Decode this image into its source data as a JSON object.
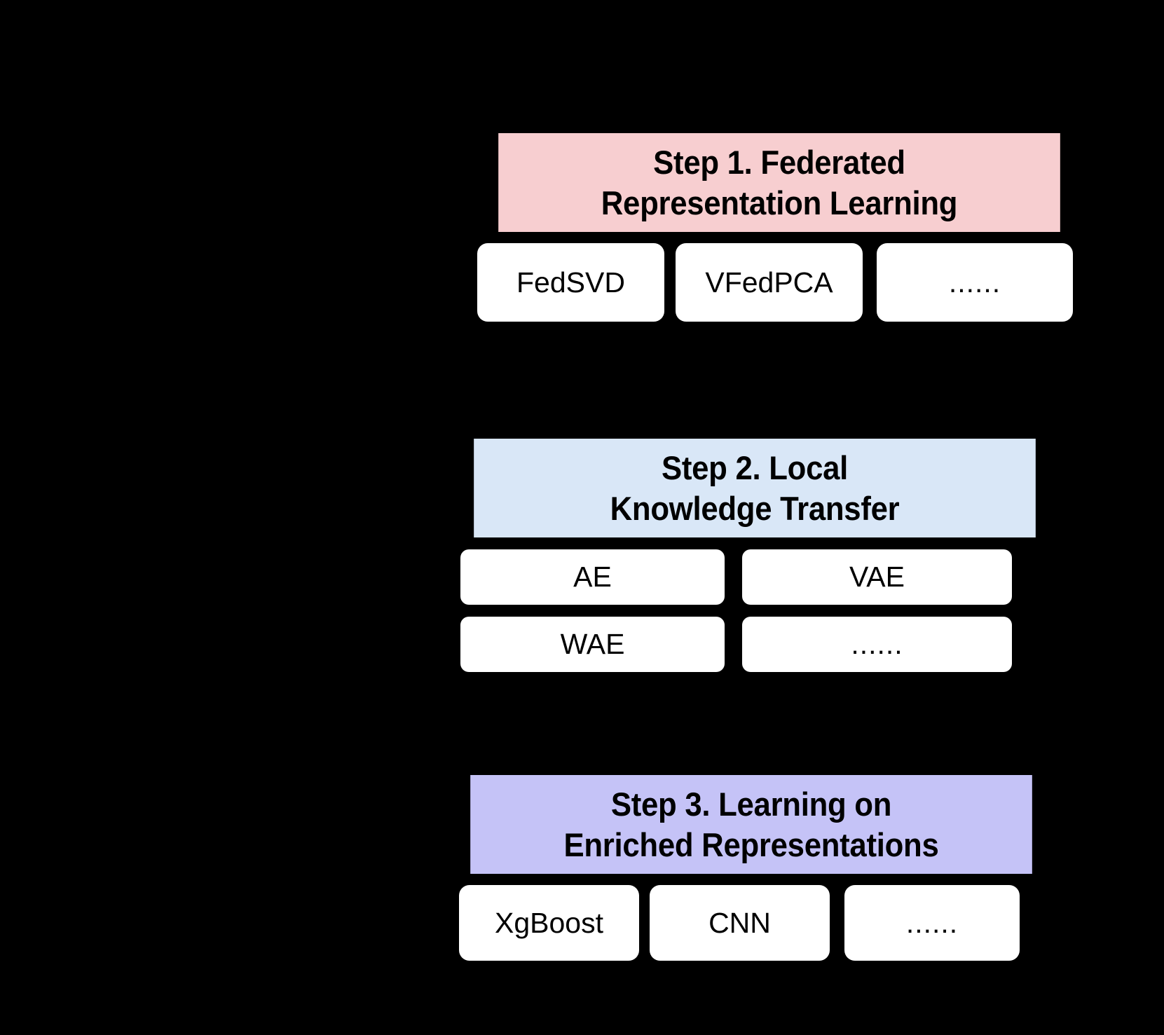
{
  "background_color": "#000000",
  "diagram": {
    "type": "flow-stages",
    "title": "",
    "steps": [
      {
        "id": "step-1",
        "header_color": "#f7ced0",
        "header_lines": [
          "Step 1. Federated",
          "Representation Learning"
        ],
        "header_text": "Step 1. Federated Representation Learning",
        "layout": "single-row-3",
        "methods": [
          {
            "label": "FedSVD"
          },
          {
            "label": "VFedPCA"
          },
          {
            "label": "......"
          }
        ]
      },
      {
        "id": "step-2",
        "header_color": "#d9e7f7",
        "header_lines": [
          "Step 2. Local",
          "Knowledge Transfer"
        ],
        "header_text": "Step 2. Local Knowledge Transfer",
        "layout": "grid-2x2",
        "methods": [
          {
            "label": "AE"
          },
          {
            "label": "VAE"
          },
          {
            "label": "WAE"
          },
          {
            "label": "......"
          }
        ]
      },
      {
        "id": "step-3",
        "header_color": "#c5c3f7",
        "header_lines": [
          "Step 3. Learning on",
          "Enriched Representations"
        ],
        "header_text": "Step 3. Learning on Enriched Representations",
        "layout": "single-row-3",
        "methods": [
          {
            "label": "XgBoost"
          },
          {
            "label": "CNN"
          },
          {
            "label": "......"
          }
        ]
      }
    ]
  }
}
